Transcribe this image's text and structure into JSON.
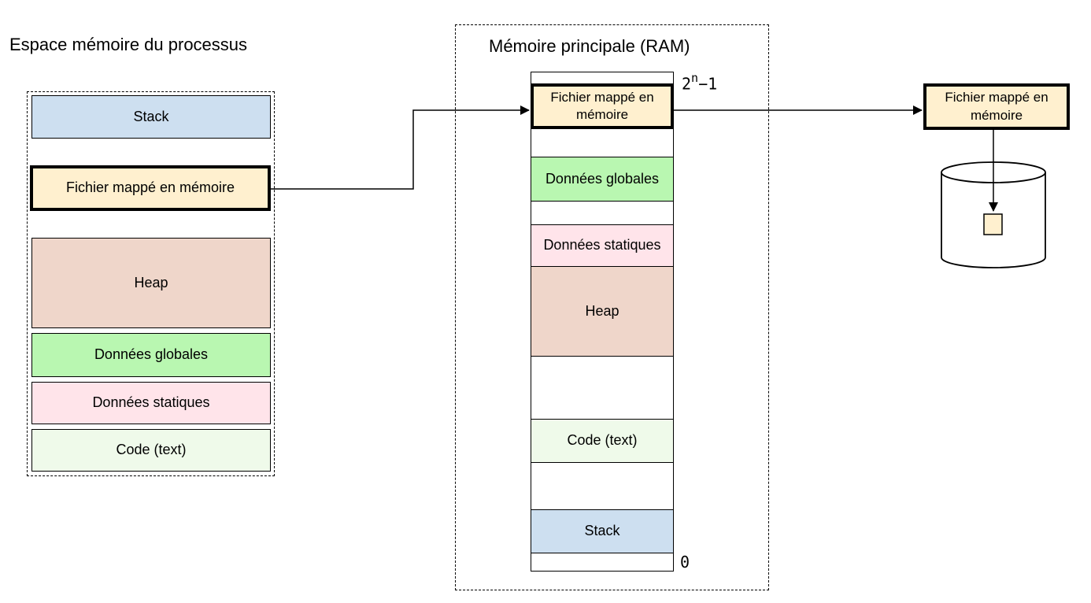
{
  "process": {
    "title": "Espace mémoire du processus",
    "segments": {
      "stack": "Stack",
      "mapped": "Fichier mappé en mémoire",
      "heap": "Heap",
      "globals": "Données globales",
      "statics": "Données statiques",
      "code": "Code (text)"
    }
  },
  "ram": {
    "title": "Mémoire principale (RAM)",
    "top_label_base": "2",
    "top_label_exp": "n",
    "top_label_suffix": "−1",
    "bottom_label": "0",
    "segments": {
      "mapped": "Fichier mappé en mémoire",
      "globals": "Données globales",
      "statics": "Données statiques",
      "heap": "Heap",
      "code": "Code (text)",
      "stack": "Stack"
    }
  },
  "disk": {
    "file_label": "Fichier mappé en mémoire"
  },
  "colors": {
    "stack": "#cddff0",
    "mapped": "#fff0cf",
    "heap": "#efd6ca",
    "globals": "#b9f7b1",
    "statics": "#ffe4ea",
    "code": "#effaea"
  }
}
